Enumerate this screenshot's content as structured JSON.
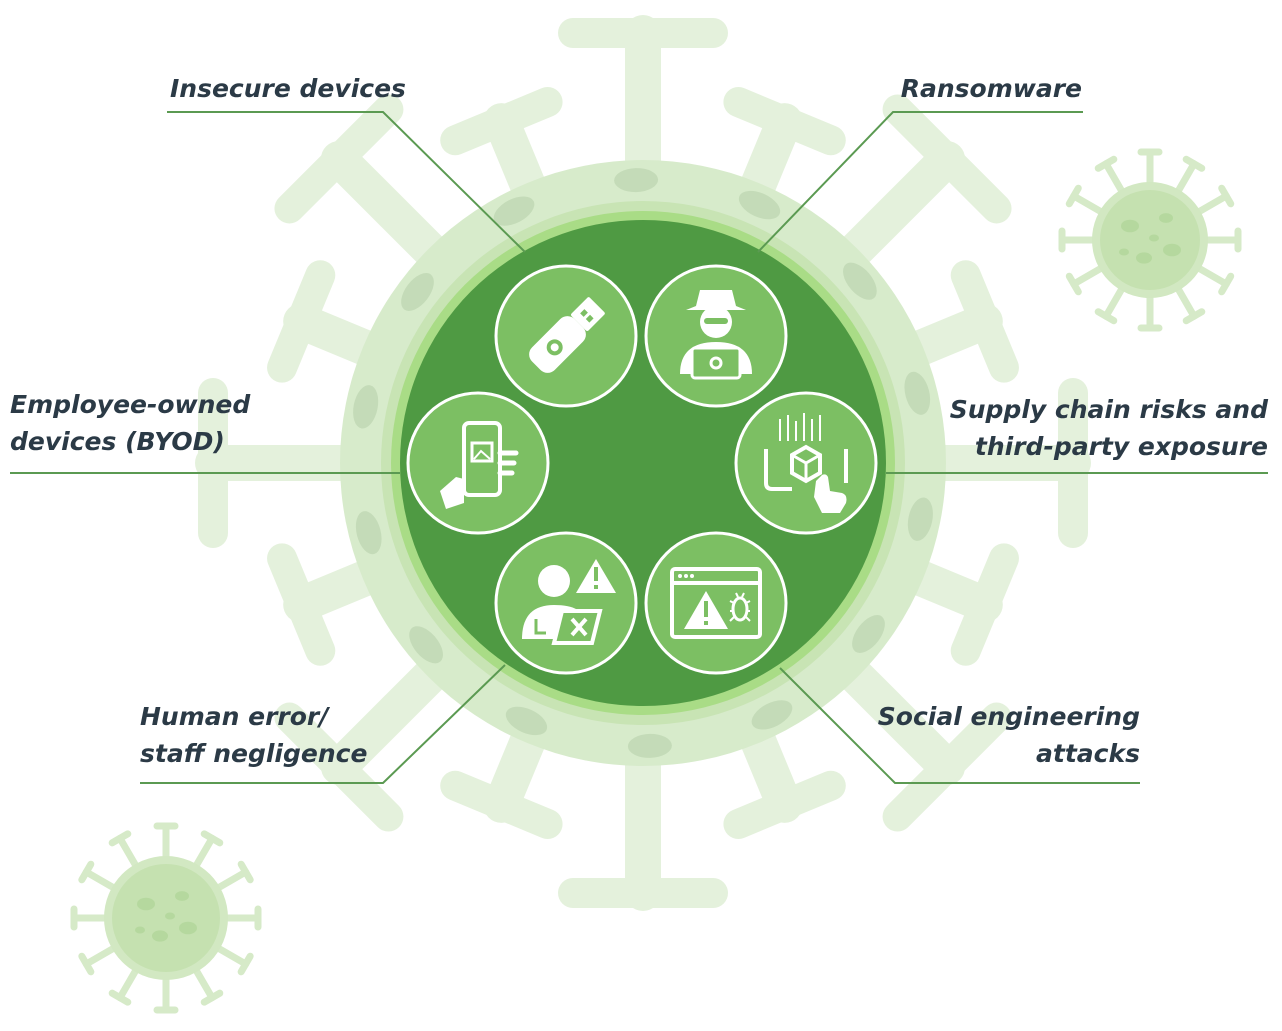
{
  "diagram": {
    "colors": {
      "virus_faint": "#e4f1dc",
      "virus_light": "#d5eac9",
      "ring_outer": "#c8e4b4",
      "ring_mid": "#a9dc86",
      "core": "#4f9a43",
      "icon_fill": "#7cbf63",
      "icon_stroke": "#ffffff",
      "leader": "#5b9a52",
      "text": "#2b3a46"
    },
    "risks": [
      {
        "id": "insecure-devices",
        "icon": "usb-virus-icon",
        "lines": [
          "Insecure devices"
        ]
      },
      {
        "id": "ransomware",
        "icon": "hacker-laptop-icon",
        "lines": [
          "Ransomware"
        ]
      },
      {
        "id": "byod",
        "icon": "phone-in-hand-icon",
        "lines": [
          "Employee-owned",
          "devices (BYOD)"
        ]
      },
      {
        "id": "supply-chain",
        "icon": "supply-chain-box-icon",
        "lines": [
          "Supply chain risks and",
          "third-party exposure"
        ]
      },
      {
        "id": "human-error",
        "icon": "user-warning-icon",
        "lines": [
          "Human error/",
          "staff negligence"
        ]
      },
      {
        "id": "social-engineering",
        "icon": "browser-bug-warning-icon",
        "lines": [
          "Social engineering",
          "attacks"
        ]
      }
    ]
  }
}
